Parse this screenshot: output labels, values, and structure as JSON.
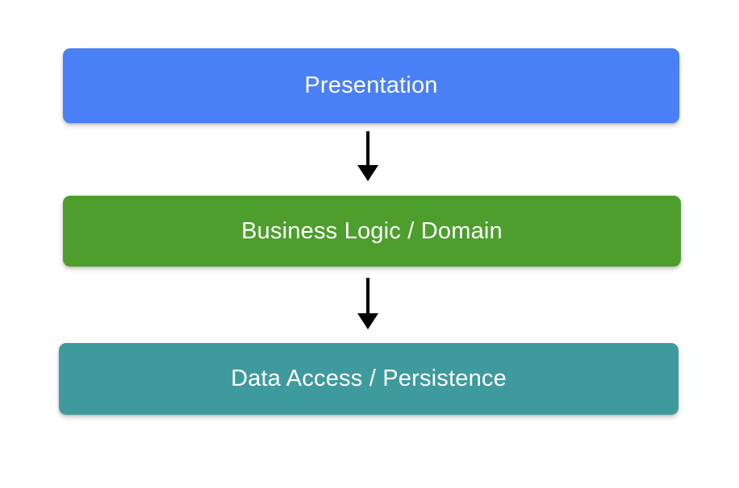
{
  "diagram": {
    "background_color": "#ffffff",
    "layers": [
      {
        "id": "presentation",
        "label": "Presentation",
        "color": "#4a80f5",
        "text_color": "#ffffff"
      },
      {
        "id": "business-logic",
        "label": "Business Logic / Domain",
        "color": "#4e9e2e",
        "text_color": "#ffffff"
      },
      {
        "id": "data-access",
        "label": "Data Access / Persistence",
        "color": "#3f9a9d",
        "text_color": "#ffffff"
      }
    ],
    "connectors": [
      {
        "id": "presentation-to-business",
        "icon": "down-arrow-icon",
        "from": "presentation",
        "to": "business-logic",
        "color": "#000000"
      },
      {
        "id": "business-to-data",
        "icon": "down-arrow-icon",
        "from": "business-logic",
        "to": "data-access",
        "color": "#000000"
      }
    ]
  }
}
